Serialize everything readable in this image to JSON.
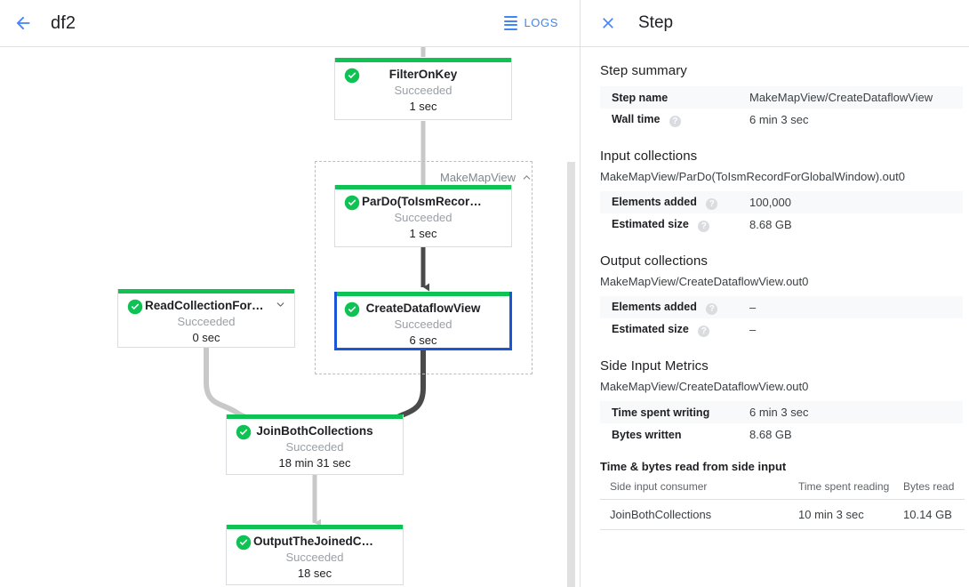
{
  "topbar": {
    "back_icon": "arrow-back-icon",
    "job_name": "df2",
    "logs_label": "LOGS",
    "logs_icon": "logs-lines-icon",
    "accent_blue": "#4285f4"
  },
  "graph": {
    "group": {
      "label": "MakeMapView",
      "caret_icon": "chevron-up-icon"
    },
    "status_green": "#0ec254",
    "selected_border": "#1a56d6",
    "nodes": [
      {
        "id": "filter-on-key",
        "name": "FilterOnKey",
        "status": "Succeeded",
        "time": "1 sec",
        "selected": false,
        "expandable": false
      },
      {
        "id": "pardo-toismrecordfor",
        "name": "ParDo(ToIsmRecordFor…",
        "status": "Succeeded",
        "time": "1 sec",
        "selected": false,
        "expandable": false
      },
      {
        "id": "create-dataflow-view",
        "name": "CreateDataflowView",
        "status": "Succeeded",
        "time": "6 sec",
        "selected": true,
        "expandable": false
      },
      {
        "id": "read-collection-for-join",
        "name": "ReadCollectionForJoin",
        "status": "Succeeded",
        "time": "0 sec",
        "selected": false,
        "expandable": true
      },
      {
        "id": "join-both-collections",
        "name": "JoinBothCollections",
        "status": "Succeeded",
        "time": "18 min 31 sec",
        "selected": false,
        "expandable": false
      },
      {
        "id": "output-the-joined-collec",
        "name": "OutputTheJoinedCollec…",
        "status": "Succeeded",
        "time": "18 sec",
        "selected": false,
        "expandable": false
      }
    ]
  },
  "panel": {
    "close_icon": "close-icon",
    "title": "Step",
    "step_summary": {
      "heading": "Step summary",
      "rows": [
        {
          "label": "Step name",
          "value": "MakeMapView/CreateDataflowView",
          "help": false
        },
        {
          "label": "Wall time",
          "value": "6 min 3 sec",
          "help": true
        }
      ]
    },
    "input_collections": {
      "heading": "Input collections",
      "collection": "MakeMapView/ParDo(ToIsmRecordForGlobalWindow).out0",
      "rows": [
        {
          "label": "Elements added",
          "value": "100,000",
          "help": true
        },
        {
          "label": "Estimated size",
          "value": "8.68 GB",
          "help": true
        }
      ]
    },
    "output_collections": {
      "heading": "Output collections",
      "collection": "MakeMapView/CreateDataflowView.out0",
      "rows": [
        {
          "label": "Elements added",
          "value": "–",
          "help": true
        },
        {
          "label": "Estimated size",
          "value": "–",
          "help": true
        }
      ]
    },
    "side_input_metrics": {
      "heading": "Side Input Metrics",
      "collection": "MakeMapView/CreateDataflowView.out0",
      "rows": [
        {
          "label": "Time spent writing",
          "value": "6 min 3 sec",
          "help": false
        },
        {
          "label": "Bytes written",
          "value": "8.68 GB",
          "help": false
        }
      ]
    },
    "side_input_table": {
      "heading": "Time & bytes read from side input",
      "columns": [
        "Side input consumer",
        "Time spent reading",
        "Bytes read"
      ],
      "rows": [
        [
          "JoinBothCollections",
          "10 min 3 sec",
          "10.14 GB"
        ]
      ]
    }
  }
}
